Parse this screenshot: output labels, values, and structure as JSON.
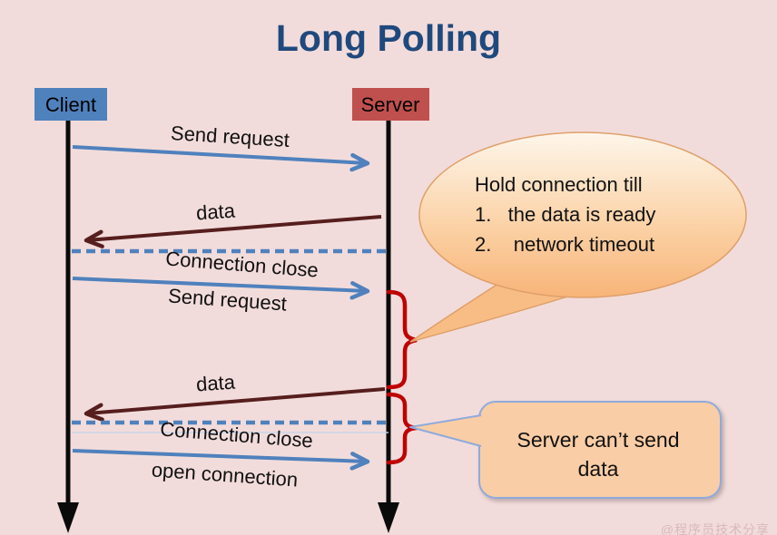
{
  "title": "Long Polling",
  "actors": [
    {
      "id": "client",
      "label": "Client",
      "color": "#4F81BD"
    },
    {
      "id": "server",
      "label": "Server",
      "color": "#C0504D"
    }
  ],
  "messages": [
    {
      "label": "Send request",
      "from": "client",
      "to": "server",
      "style": "solid-blue"
    },
    {
      "label": "data",
      "from": "server",
      "to": "client",
      "style": "solid-darkred"
    },
    {
      "label": "Connection close",
      "from": "client",
      "to": "server",
      "style": "dashed-blue"
    },
    {
      "label": "Send request",
      "from": "client",
      "to": "server",
      "style": "solid-blue"
    },
    {
      "label": "data",
      "from": "server",
      "to": "client",
      "style": "solid-darkred"
    },
    {
      "label": "Connection close",
      "from": "client",
      "to": "server",
      "style": "dashed-blue"
    },
    {
      "label": "open connection",
      "from": "client",
      "to": "server",
      "style": "solid-blue"
    }
  ],
  "bubble": {
    "line1": "Hold connection till",
    "line2": "1.   the data is ready",
    "line3": "2.    network timeout"
  },
  "callout": {
    "line1": "Server can’t send",
    "line2": "data"
  },
  "watermark": "@程序员技术分享",
  "colors": {
    "background": "#F2DCDB",
    "title": "#1F497D",
    "client_box": "#4F81BD",
    "server_box": "#C0504D",
    "lifeline": "#0A0A0A",
    "blue_arrow": "#4F81BD",
    "dark_red_arrow": "#571E1E",
    "brace_red": "#C00000",
    "bubble_fill_top": "#FEF6EB",
    "bubble_fill_bottom": "#F8B478",
    "bubble_border": "#DFA06B",
    "callout_fill": "#F9CDA5",
    "callout_border": "#8FAADC"
  }
}
